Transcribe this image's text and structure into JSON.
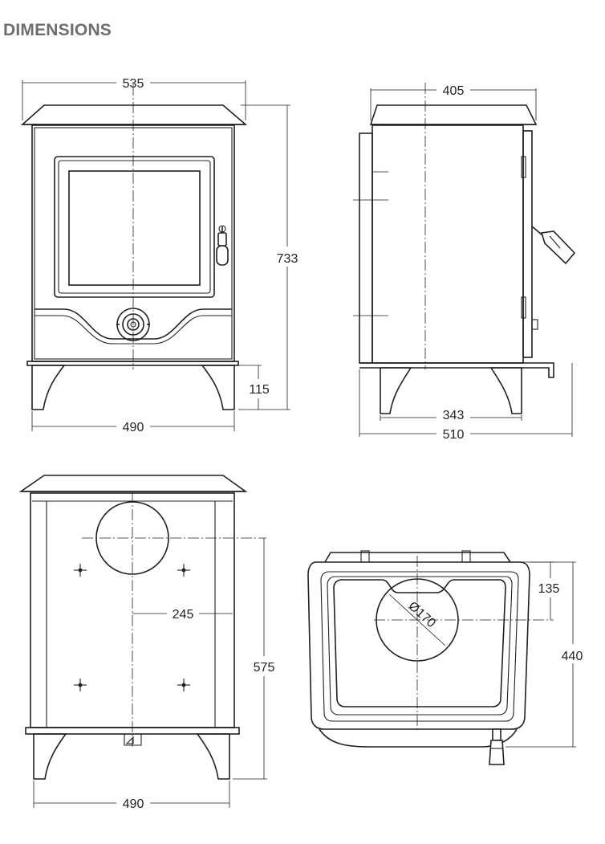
{
  "heading": "DIMENSIONS",
  "colors": {
    "heading": "#6d6e71",
    "line": "#231f20",
    "background": "#ffffff"
  },
  "views": {
    "front": {
      "width": "535",
      "height": "733",
      "leg_height": "115",
      "base_width": "490"
    },
    "side": {
      "depth": "405",
      "leg_span": "343",
      "total_depth": "510"
    },
    "rear": {
      "outlet_height": "575",
      "outlet_centre": "245",
      "base_width": "490"
    },
    "top": {
      "outlet_diameter": "Ø170",
      "outlet_offset": "135",
      "depth": "440"
    }
  }
}
